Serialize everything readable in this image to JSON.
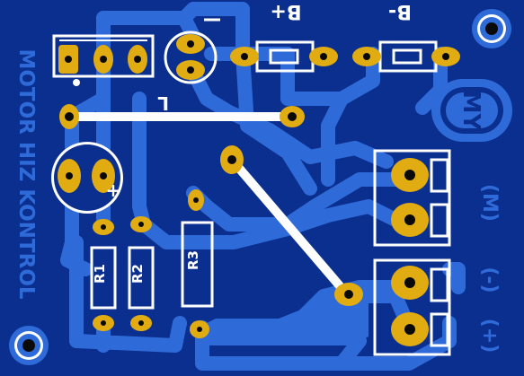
{
  "board": {
    "title": "MOTOR HIZ KONTROL",
    "colors": {
      "substrate": "#0b2f8f",
      "copper": "#2f6bd8",
      "silk": "#ffffff",
      "pad": "#e0ac12",
      "hole": "#0a0a0a"
    }
  },
  "labels": {
    "b_plus": "B+",
    "b_minus": "B-",
    "cap_minus": "-",
    "cap_plus": "+",
    "r1": "R1",
    "r2": "R2",
    "r3": "R3",
    "l_mark": "L",
    "motor_out": "(M)",
    "supply_minus": "(-)",
    "supply_plus": "(+)"
  },
  "logo": {
    "letters": "MY"
  }
}
